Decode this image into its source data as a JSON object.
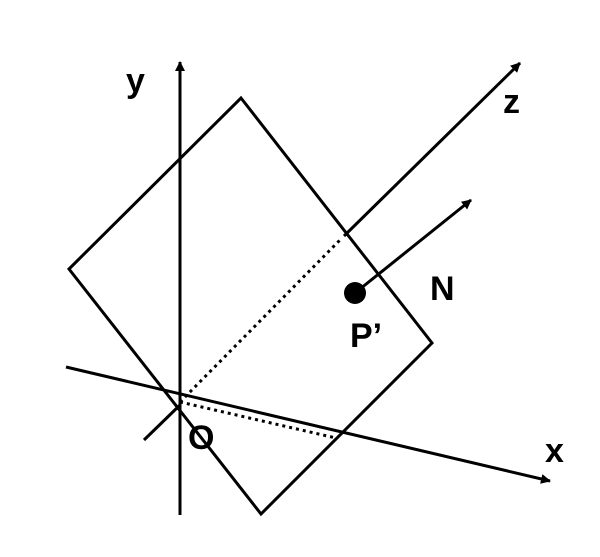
{
  "axes": {
    "x_label": "x",
    "y_label": "y",
    "z_label": "z"
  },
  "points": {
    "origin_label": "O",
    "point_label": "P’"
  },
  "normal": {
    "label": "N"
  },
  "colors": {
    "stroke": "#000000",
    "background": "#ffffff"
  }
}
